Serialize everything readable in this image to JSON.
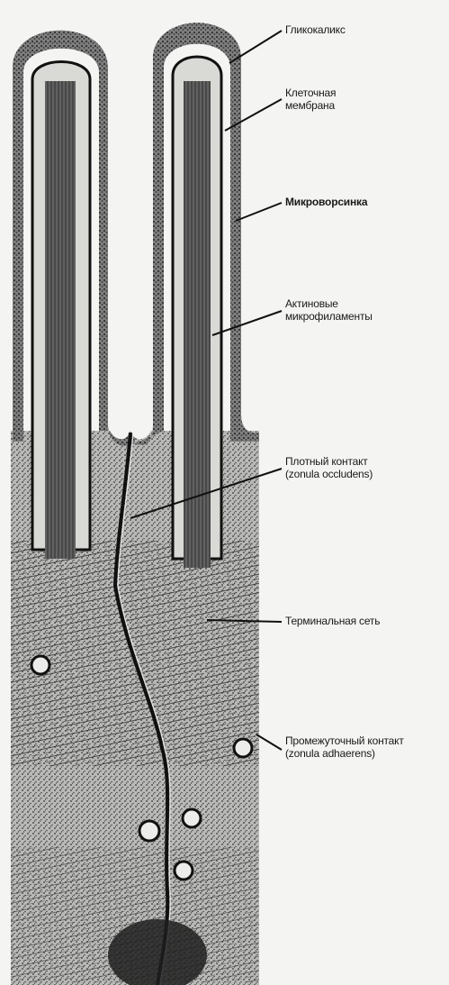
{
  "labels": {
    "glycocalyx": "Гликокаликс",
    "cell_membrane_1": "Клеточная",
    "cell_membrane_2": "мембрана",
    "microvillus": "Микроворсинка",
    "actin_1": "Актиновые",
    "actin_2": "микрофиламенты",
    "tight_junction_1": "Плотный контакт",
    "tight_junction_2": "(zonula  occludens)",
    "terminal_web": "Терминальная сеть",
    "adherens_1": "Промежуточный контакт",
    "adherens_2": "(zonula  adhaerens)"
  },
  "colors": {
    "background": "#f4f4f2",
    "ink": "#1a1a1a",
    "glycocalyx_fill": "#8c8c8c",
    "cytoplasm_fill": "#b9b9b7",
    "microvillus_core": "#d9d9d6"
  }
}
